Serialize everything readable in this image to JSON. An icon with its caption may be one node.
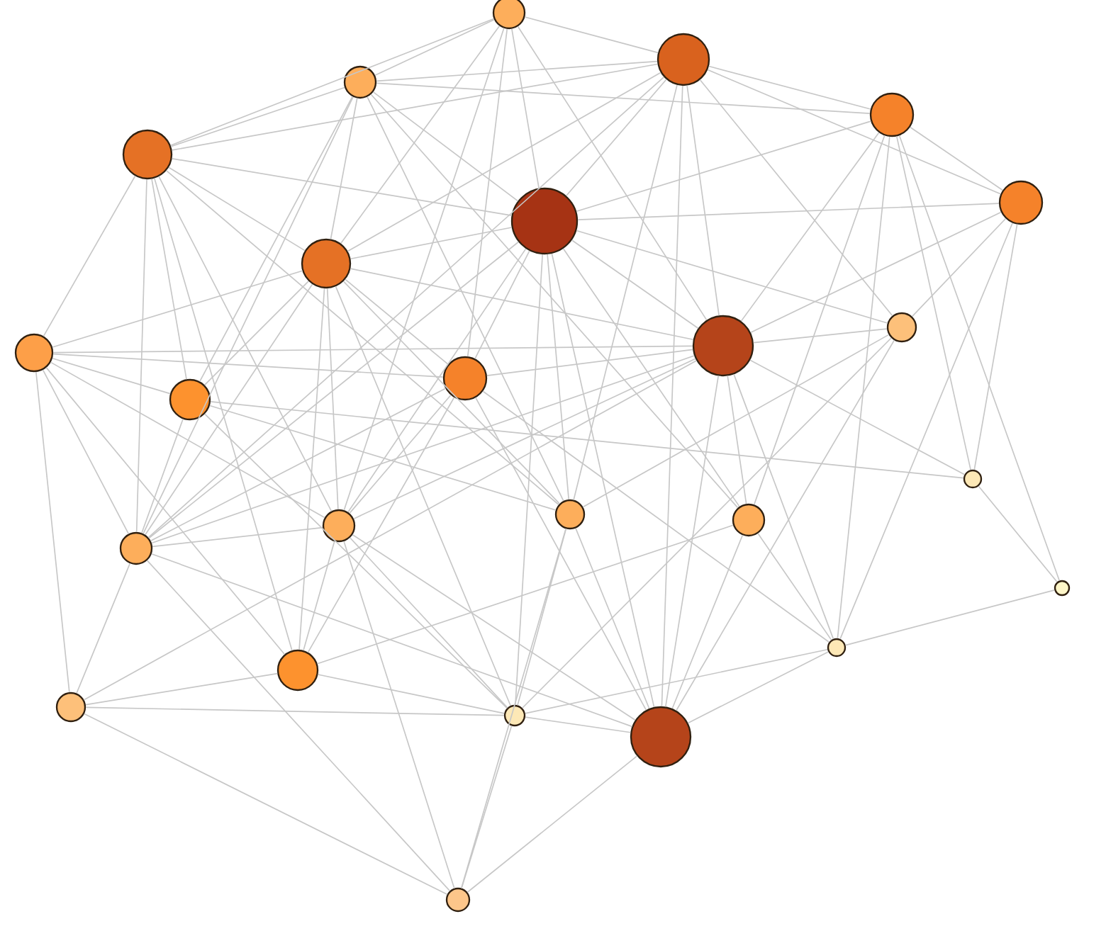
{
  "diagram": {
    "nodes": [
      {
        "text": [],
        "shape": "circle"
      },
      {
        "text": [],
        "shape": "circle"
      },
      {
        "text": [],
        "shape": "circle"
      },
      {
        "text": [],
        "shape": "circle"
      },
      {
        "text": [],
        "shape": "circle"
      },
      {
        "text": [],
        "shape": "circle"
      },
      {
        "text": [],
        "shape": "circle"
      },
      {
        "text": [],
        "shape": "circle"
      },
      {
        "text": [],
        "shape": "circle"
      },
      {
        "text": [],
        "shape": "circle"
      },
      {
        "text": [],
        "shape": "circle"
      },
      {
        "text": [],
        "shape": "circle"
      },
      {
        "text": [],
        "shape": "circle"
      },
      {
        "text": [],
        "shape": "circle"
      },
      {
        "text": [],
        "shape": "circle"
      },
      {
        "text": [],
        "shape": "circle"
      },
      {
        "text": [],
        "shape": "circle"
      },
      {
        "text": [],
        "shape": "circle"
      },
      {
        "text": [],
        "shape": "circle"
      },
      {
        "text": [],
        "shape": "circle"
      },
      {
        "text": [],
        "shape": "circle"
      },
      {
        "text": [],
        "shape": "circle"
      },
      {
        "text": [],
        "shape": "circle"
      },
      {
        "text": [],
        "shape": "circle"
      },
      {
        "text": [],
        "shape": "circle"
      }
    ],
    "edges": [
      {
        "from": 0,
        "to": 1,
        "arrow": "none"
      },
      {
        "from": 0,
        "to": 2,
        "arrow": "none"
      },
      {
        "from": 0,
        "to": 4,
        "arrow": "none"
      },
      {
        "from": 0,
        "to": 5,
        "arrow": "none"
      },
      {
        "from": 0,
        "to": 7,
        "arrow": "none"
      },
      {
        "from": 0,
        "to": 9,
        "arrow": "none"
      },
      {
        "from": 0,
        "to": 12,
        "arrow": "none"
      },
      {
        "from": 0,
        "to": 15,
        "arrow": "none"
      },
      {
        "from": 1,
        "to": 2,
        "arrow": "none"
      },
      {
        "from": 1,
        "to": 4,
        "arrow": "none"
      },
      {
        "from": 1,
        "to": 5,
        "arrow": "none"
      },
      {
        "from": 1,
        "to": 7,
        "arrow": "none"
      },
      {
        "from": 1,
        "to": 11,
        "arrow": "none"
      },
      {
        "from": 1,
        "to": 16,
        "arrow": "none"
      },
      {
        "from": 1,
        "to": 17,
        "arrow": "none"
      },
      {
        "from": 1,
        "to": 3,
        "arrow": "none"
      },
      {
        "from": 1,
        "to": 14,
        "arrow": "none"
      },
      {
        "from": 2,
        "to": 3,
        "arrow": "none"
      },
      {
        "from": 2,
        "to": 6,
        "arrow": "none"
      },
      {
        "from": 2,
        "to": 5,
        "arrow": "none"
      },
      {
        "from": 2,
        "to": 7,
        "arrow": "none"
      },
      {
        "from": 2,
        "to": 9,
        "arrow": "none"
      },
      {
        "from": 2,
        "to": 14,
        "arrow": "none"
      },
      {
        "from": 2,
        "to": 4,
        "arrow": "none"
      },
      {
        "from": 2,
        "to": 10,
        "arrow": "none"
      },
      {
        "from": 2,
        "to": 23,
        "arrow": "none"
      },
      {
        "from": 2,
        "to": 16,
        "arrow": "none"
      },
      {
        "from": 3,
        "to": 6,
        "arrow": "none"
      },
      {
        "from": 3,
        "to": 5,
        "arrow": "none"
      },
      {
        "from": 3,
        "to": 9,
        "arrow": "none"
      },
      {
        "from": 3,
        "to": 13,
        "arrow": "none"
      },
      {
        "from": 3,
        "to": 18,
        "arrow": "none"
      },
      {
        "from": 3,
        "to": 19,
        "arrow": "none"
      },
      {
        "from": 3,
        "to": 17,
        "arrow": "none"
      },
      {
        "from": 4,
        "to": 5,
        "arrow": "none"
      },
      {
        "from": 4,
        "to": 7,
        "arrow": "none"
      },
      {
        "from": 4,
        "to": 8,
        "arrow": "none"
      },
      {
        "from": 4,
        "to": 11,
        "arrow": "none"
      },
      {
        "from": 4,
        "to": 14,
        "arrow": "none"
      },
      {
        "from": 4,
        "to": 15,
        "arrow": "none"
      },
      {
        "from": 4,
        "to": 20,
        "arrow": "none"
      },
      {
        "from": 4,
        "to": 16,
        "arrow": "none"
      },
      {
        "from": 5,
        "to": 6,
        "arrow": "none"
      },
      {
        "from": 5,
        "to": 7,
        "arrow": "none"
      },
      {
        "from": 5,
        "to": 9,
        "arrow": "none"
      },
      {
        "from": 5,
        "to": 10,
        "arrow": "none"
      },
      {
        "from": 5,
        "to": 12,
        "arrow": "none"
      },
      {
        "from": 5,
        "to": 14,
        "arrow": "none"
      },
      {
        "from": 5,
        "to": 15,
        "arrow": "none"
      },
      {
        "from": 5,
        "to": 16,
        "arrow": "none"
      },
      {
        "from": 5,
        "to": 17,
        "arrow": "none"
      },
      {
        "from": 5,
        "to": 23,
        "arrow": "none"
      },
      {
        "from": 5,
        "to": 22,
        "arrow": "none"
      },
      {
        "from": 6,
        "to": 9,
        "arrow": "none"
      },
      {
        "from": 6,
        "to": 10,
        "arrow": "none"
      },
      {
        "from": 6,
        "to": 13,
        "arrow": "none"
      },
      {
        "from": 6,
        "to": 19,
        "arrow": "none"
      },
      {
        "from": 7,
        "to": 8,
        "arrow": "none"
      },
      {
        "from": 7,
        "to": 9,
        "arrow": "none"
      },
      {
        "from": 7,
        "to": 11,
        "arrow": "none"
      },
      {
        "from": 7,
        "to": 12,
        "arrow": "none"
      },
      {
        "from": 7,
        "to": 15,
        "arrow": "none"
      },
      {
        "from": 7,
        "to": 16,
        "arrow": "none"
      },
      {
        "from": 7,
        "to": 20,
        "arrow": "none"
      },
      {
        "from": 7,
        "to": 22,
        "arrow": "none"
      },
      {
        "from": 7,
        "to": 14,
        "arrow": "none"
      },
      {
        "from": 8,
        "to": 9,
        "arrow": "none"
      },
      {
        "from": 8,
        "to": 11,
        "arrow": "none"
      },
      {
        "from": 8,
        "to": 14,
        "arrow": "none"
      },
      {
        "from": 8,
        "to": 15,
        "arrow": "none"
      },
      {
        "from": 8,
        "to": 21,
        "arrow": "none"
      },
      {
        "from": 8,
        "to": 20,
        "arrow": "none"
      },
      {
        "from": 8,
        "to": 12,
        "arrow": "none"
      },
      {
        "from": 9,
        "to": 10,
        "arrow": "none"
      },
      {
        "from": 9,
        "to": 12,
        "arrow": "none"
      },
      {
        "from": 9,
        "to": 14,
        "arrow": "none"
      },
      {
        "from": 9,
        "to": 15,
        "arrow": "none"
      },
      {
        "from": 9,
        "to": 17,
        "arrow": "none"
      },
      {
        "from": 9,
        "to": 23,
        "arrow": "none"
      },
      {
        "from": 9,
        "to": 13,
        "arrow": "none"
      },
      {
        "from": 9,
        "to": 19,
        "arrow": "none"
      },
      {
        "from": 9,
        "to": 21,
        "arrow": "none"
      },
      {
        "from": 10,
        "to": 16,
        "arrow": "none"
      },
      {
        "from": 10,
        "to": 22,
        "arrow": "none"
      },
      {
        "from": 10,
        "to": 23,
        "arrow": "none"
      },
      {
        "from": 11,
        "to": 13,
        "arrow": "none"
      },
      {
        "from": 11,
        "to": 14,
        "arrow": "none"
      },
      {
        "from": 11,
        "to": 22,
        "arrow": "none"
      },
      {
        "from": 11,
        "to": 16,
        "arrow": "none"
      },
      {
        "from": 12,
        "to": 14,
        "arrow": "none"
      },
      {
        "from": 12,
        "to": 15,
        "arrow": "none"
      },
      {
        "from": 12,
        "to": 20,
        "arrow": "none"
      },
      {
        "from": 12,
        "to": 23,
        "arrow": "none"
      },
      {
        "from": 12,
        "to": 19,
        "arrow": "none"
      },
      {
        "from": 14,
        "to": 15,
        "arrow": "none"
      },
      {
        "from": 14,
        "to": 21,
        "arrow": "none"
      },
      {
        "from": 14,
        "to": 23,
        "arrow": "none"
      },
      {
        "from": 14,
        "to": 24,
        "arrow": "none"
      },
      {
        "from": 15,
        "to": 20,
        "arrow": "none"
      },
      {
        "from": 15,
        "to": 22,
        "arrow": "none"
      },
      {
        "from": 15,
        "to": 23,
        "arrow": "none"
      },
      {
        "from": 15,
        "to": 24,
        "arrow": "none"
      },
      {
        "from": 16,
        "to": 22,
        "arrow": "none"
      },
      {
        "from": 16,
        "to": 23,
        "arrow": "none"
      },
      {
        "from": 16,
        "to": 24,
        "arrow": "none"
      },
      {
        "from": 17,
        "to": 19,
        "arrow": "none"
      },
      {
        "from": 17,
        "to": 23,
        "arrow": "none"
      },
      {
        "from": 17,
        "to": 20,
        "arrow": "none"
      },
      {
        "from": 19,
        "to": 18,
        "arrow": "none"
      },
      {
        "from": 19,
        "to": 22,
        "arrow": "none"
      },
      {
        "from": 19,
        "to": 23,
        "arrow": "none"
      },
      {
        "from": 13,
        "to": 18,
        "arrow": "none"
      },
      {
        "from": 20,
        "to": 22,
        "arrow": "none"
      },
      {
        "from": 20,
        "to": 21,
        "arrow": "none"
      },
      {
        "from": 21,
        "to": 22,
        "arrow": "none"
      },
      {
        "from": 21,
        "to": 24,
        "arrow": "none"
      },
      {
        "from": 22,
        "to": 23,
        "arrow": "none"
      },
      {
        "from": 22,
        "to": 24,
        "arrow": "none"
      },
      {
        "from": 23,
        "to": 24,
        "arrow": "none"
      }
    ]
  }
}
